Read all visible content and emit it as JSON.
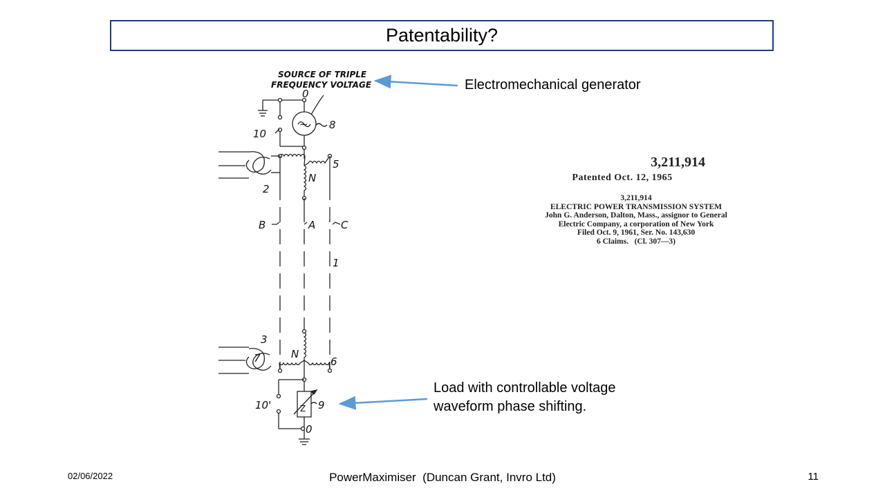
{
  "slide": {
    "title": "Patentability?"
  },
  "diagram": {
    "source_label_line1": "SOURCE OF TRIPLE",
    "source_label_line2": "FREQUENCY VOLTAGE",
    "node_top": "0",
    "node_bottom": "0",
    "ref_generator": "8",
    "ref_switch_top": "10",
    "ref_switch_bottom": "10'",
    "ref_winding_top_left": "2",
    "ref_winding_top_right": "5",
    "ref_winding_bottom_left": "3",
    "ref_winding_bottom_right": "6",
    "ref_neutral_top": "N",
    "ref_neutral_bottom": "N",
    "ref_line": "1",
    "ref_load": "9",
    "ref_coil_bottom": "7",
    "phase_b": "B",
    "phase_a": "A",
    "phase_c": "C",
    "load_symbol": "Z",
    "ac_symbol": "~"
  },
  "callouts": {
    "generator": "Electromechanical generator",
    "load_line1": "Load with controllable voltage",
    "load_line2": "waveform phase shifting."
  },
  "patent": {
    "number_large": "3,211,914",
    "patented_date": "Patented Oct. 12, 1965",
    "number_small": "3,211,914",
    "system_title": "ELECTRIC POWER TRANSMISSION SYSTEM",
    "inventor_line": "John G. Anderson, Dalton, Mass., assignor to General",
    "assignee_line": "Electric Company, a corporation of New York",
    "filed_line": "Filed Oct. 9, 1961, Ser. No. 143,630",
    "claims_line": "6 Claims.   (Cl. 307—3)"
  },
  "footer": {
    "date": "02/06/2022",
    "center": "PowerMaximiser  (Duncan Grant, Invro Ltd)",
    "page": "11"
  },
  "colors": {
    "title_border": "#1f3a7a",
    "arrow": "#5b9bd5",
    "drawing": "#222222"
  }
}
